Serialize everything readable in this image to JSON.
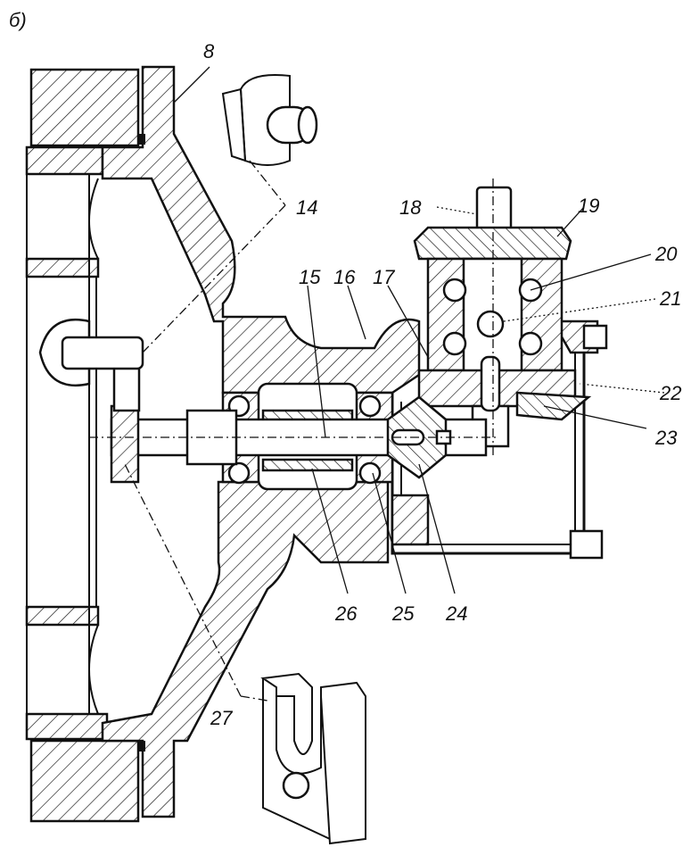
{
  "figure": {
    "panel_label": "б)"
  },
  "labels": {
    "l8": "8",
    "l14": "14",
    "l15": "15",
    "l16": "16",
    "l17": "17",
    "l18": "18",
    "l19": "19",
    "l20": "20",
    "l21": "21",
    "l22": "22",
    "l23": "23",
    "l24": "24",
    "l25": "25",
    "l26": "26",
    "l27": "27"
  }
}
